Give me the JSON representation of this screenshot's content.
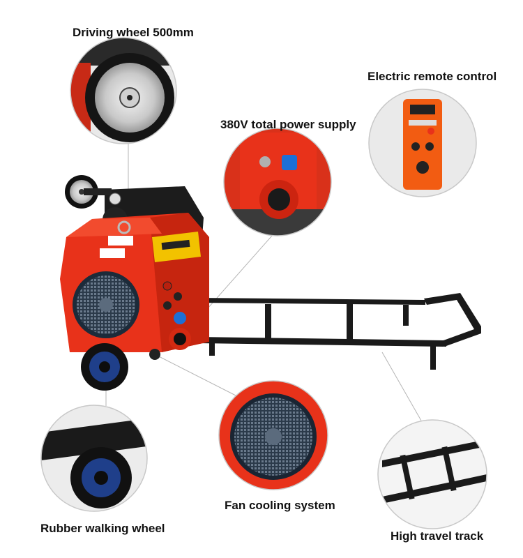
{
  "callouts": {
    "driving_wheel": "Driving wheel 500mm",
    "power_supply": "380V total power supply",
    "remote_control": "Electric remote control",
    "fan_cooling": "Fan cooling system",
    "rubber_wheel": "Rubber walking wheel",
    "travel_track": "High travel track"
  },
  "colors": {
    "body_red": "#e8321a",
    "dark_red": "#b8200e",
    "track_black": "#1a1a1a",
    "panel_yellow": "#f2c200",
    "remote_orange": "#f25c12",
    "socket_blue": "#1d6fd6",
    "wheel_blue": "#1f3f8a"
  }
}
